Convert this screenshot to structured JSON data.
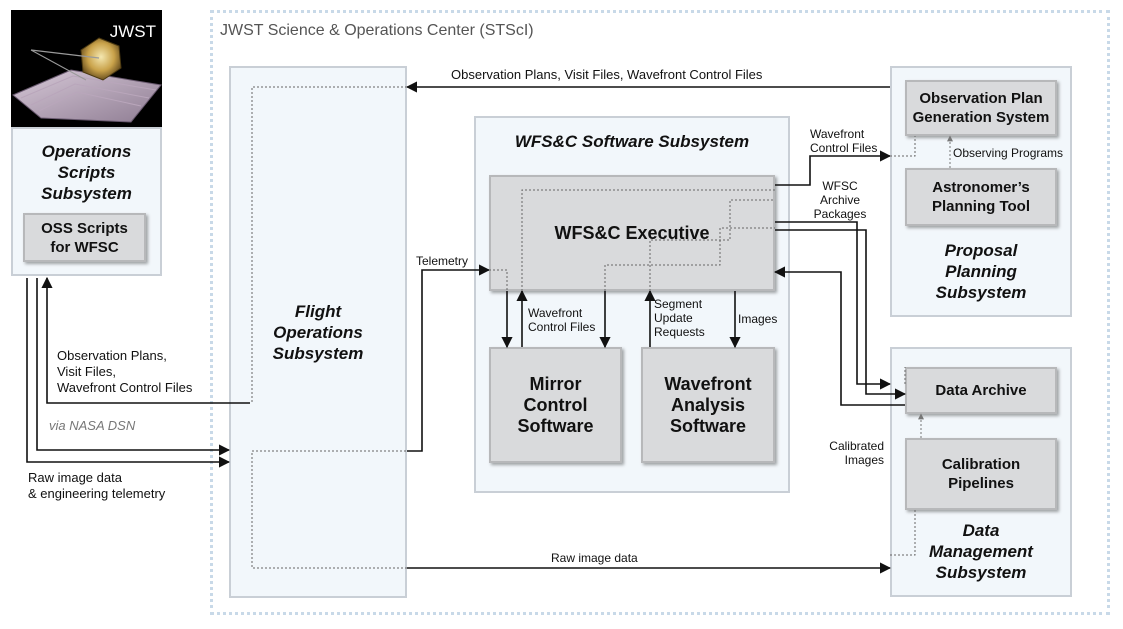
{
  "center_title": "JWST Science & Operations Center (STScI)",
  "jwst_badge": "JWST",
  "oss": {
    "title_lines": [
      "Operations",
      "Scripts",
      "Subsystem"
    ],
    "box": [
      "OSS Scripts",
      "for WFSC"
    ]
  },
  "fos": {
    "title_lines": [
      "Flight",
      "Operations",
      "Subsystem"
    ]
  },
  "wfsc": {
    "title": "WFS&C Software Subsystem",
    "executive": "WFS&C Executive",
    "mirror": [
      "Mirror",
      "Control",
      "Software"
    ],
    "wavefront": [
      "Wavefront",
      "Analysis",
      "Software"
    ]
  },
  "pps": {
    "title_lines": [
      "Proposal",
      "Planning",
      "Subsystem"
    ],
    "opgs": [
      "Observation Plan",
      "Generation System"
    ],
    "apt": [
      "Astronomer’s",
      "Planning Tool"
    ]
  },
  "dms": {
    "title_lines": [
      "Data",
      "Management",
      "Subsystem"
    ],
    "archive": "Data Archive",
    "calib": [
      "Calibration",
      "Pipelines"
    ]
  },
  "labels": {
    "obs_top": "Observation Plans, Visit Files, Wavefront Control Files",
    "wf_files": [
      "Wavefront",
      "Control Files"
    ],
    "observing_programs": "Observing Programs",
    "archive_pkgs": [
      "WFSC",
      "Archive",
      "Packages"
    ],
    "telemetry": "Telemetry",
    "wf_control_files": [
      "Wavefront",
      "Control Files"
    ],
    "segment_update": [
      "Segment",
      "Update",
      "Requests"
    ],
    "images": "Images",
    "obs_left": [
      "Observation Plans,",
      "Visit Files,",
      "Wavefront Control Files"
    ],
    "via_dsn": "via NASA DSN",
    "raw_eng": [
      "Raw image data",
      "& engineering telemetry"
    ],
    "calibrated": [
      "Calibrated",
      "Images"
    ],
    "raw_bottom": "Raw image data"
  }
}
